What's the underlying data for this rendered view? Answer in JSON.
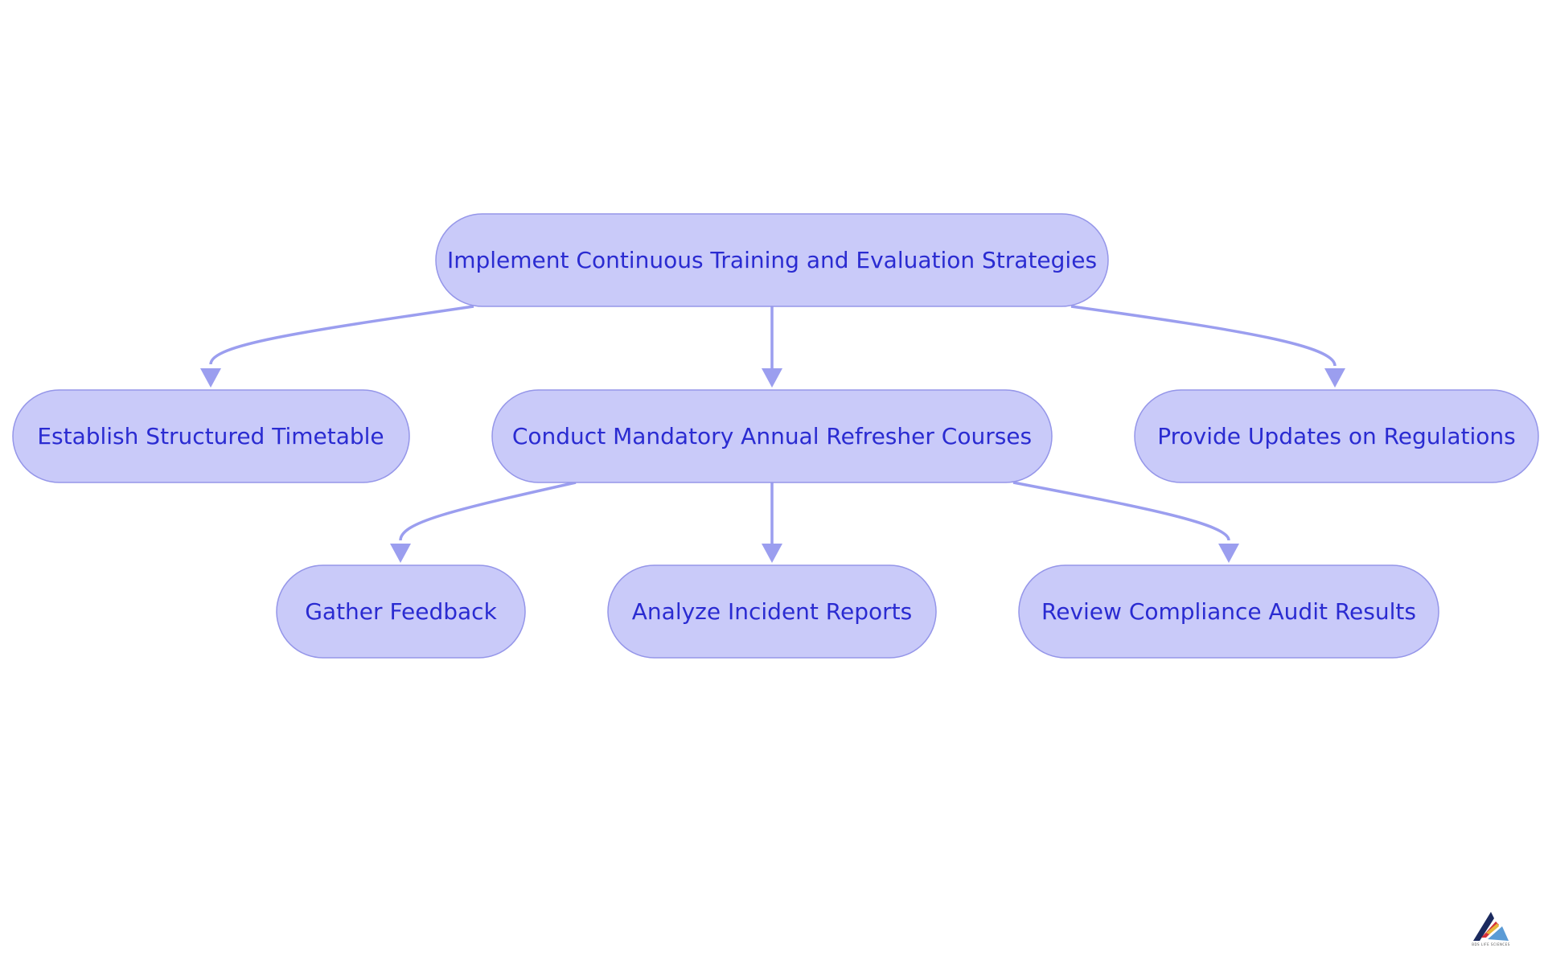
{
  "diagram": {
    "type": "flowchart-tree",
    "colors": {
      "node_fill": "#c9caf9",
      "node_border": "#9596e9",
      "node_text": "#2a2bd1",
      "edge": "#9b9eef"
    },
    "root": {
      "label": "Implement Continuous Training and Evaluation Strategies"
    },
    "level1": [
      {
        "label": "Establish Structured Timetable"
      },
      {
        "label": "Conduct Mandatory Annual Refresher Courses"
      },
      {
        "label": "Provide Updates on Regulations"
      }
    ],
    "level2": [
      {
        "label": "Gather Feedback"
      },
      {
        "label": "Analyze Incident Reports"
      },
      {
        "label": "Review Compliance Audit Results"
      }
    ],
    "edges": [
      {
        "from": "root",
        "to": "level1.0"
      },
      {
        "from": "root",
        "to": "level1.1"
      },
      {
        "from": "root",
        "to": "level1.2"
      },
      {
        "from": "level1.1",
        "to": "level2.0"
      },
      {
        "from": "level1.1",
        "to": "level2.1"
      },
      {
        "from": "level1.1",
        "to": "level2.2"
      }
    ]
  },
  "logo": {
    "icon": "brand-logo-icon",
    "text": "BDS LIFE SCIENCES"
  }
}
